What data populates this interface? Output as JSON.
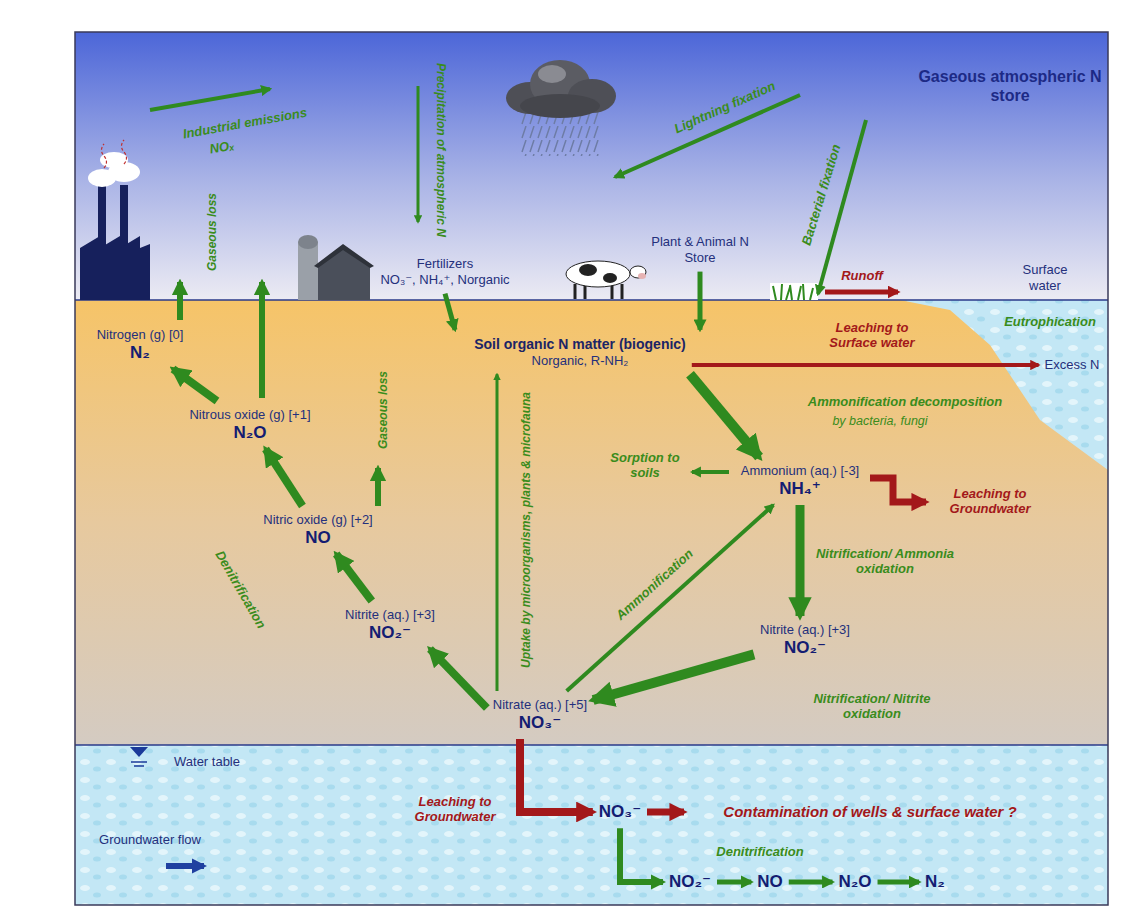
{
  "diagram": {
    "nodes": [
      {
        "text": [
          "Gaseous atmospheric N store"
        ]
      },
      {
        "text": [
          "Fertilizers",
          "NO₃⁻, NH₄⁺, Norganic"
        ]
      },
      {
        "text": [
          "Plant & Animal N Store"
        ]
      },
      {
        "text": [
          "Surface water"
        ]
      },
      {
        "text": [
          "Soil organic N matter (biogenic)",
          "Norganic, R-NH₂"
        ]
      },
      {
        "text": [
          "Nitrogen (g) [0]",
          "N₂"
        ]
      },
      {
        "text": [
          "Nitrous oxide (g) [+1]",
          "N₂O"
        ]
      },
      {
        "text": [
          "Nitric oxide (g) [+2]",
          "NO"
        ]
      },
      {
        "text": [
          "Nitrite (aq.) [+3]",
          "NO₂⁻"
        ]
      },
      {
        "text": [
          "Nitrate (aq.) [+5]",
          "NO₃⁻"
        ]
      },
      {
        "text": [
          "Ammonium (aq.) [-3]",
          "NH₄⁺"
        ]
      },
      {
        "text": [
          "Nitrite (aq.) [+3]",
          "NO₂⁻"
        ]
      },
      {
        "text": [
          "Excess N"
        ]
      },
      {
        "text": [
          "NO₃⁻"
        ]
      },
      {
        "text": [
          "NO₂⁻"
        ]
      },
      {
        "text": [
          "NO"
        ]
      },
      {
        "text": [
          "N₂O"
        ]
      },
      {
        "text": [
          "N₂"
        ]
      }
    ],
    "edges": [
      {
        "from": 1,
        "to": 4,
        "arrow": "to"
      },
      {
        "from": 2,
        "to": 4,
        "arrow": "to"
      },
      {
        "from": 4,
        "to": 10,
        "arrow": "to"
      },
      {
        "from": 10,
        "to": 11,
        "arrow": "to"
      },
      {
        "from": 11,
        "to": 9,
        "arrow": "to"
      },
      {
        "from": 9,
        "to": 10,
        "arrow": "to"
      },
      {
        "from": 9,
        "to": 4,
        "arrow": "to"
      },
      {
        "from": 9,
        "to": 8,
        "arrow": "to"
      },
      {
        "from": 8,
        "to": 7,
        "arrow": "to"
      },
      {
        "from": 7,
        "to": 6,
        "arrow": "to"
      },
      {
        "from": 6,
        "to": 5,
        "arrow": "to"
      },
      {
        "from": 4,
        "to": 12,
        "arrow": "to"
      },
      {
        "from": 9,
        "to": 13,
        "arrow": "to"
      },
      {
        "from": 13,
        "to": 14,
        "arrow": "to"
      },
      {
        "from": 14,
        "to": 15,
        "arrow": "to"
      },
      {
        "from": 15,
        "to": 16,
        "arrow": "to"
      },
      {
        "from": 16,
        "to": 17,
        "arrow": "to"
      }
    ],
    "labels": [
      "Industrial emissions",
      "NOₓ",
      "Precipitation of atmospheric N",
      "Lightning fixation",
      "Bacterial fixation",
      "Runoff",
      "Gaseous loss",
      "Gaseous loss",
      "Eutrophication",
      "Leaching to Surface water",
      "Ammonification decomposition",
      "by bacteria, fungi",
      "Sorption to soils",
      "Leaching to Groundwater",
      "Nitrification/ Ammonia oxidation",
      "Nitrification/ Nitrite oxidation",
      "Ammonification",
      "Uptake by microorganisms, plants & microfauna",
      "Denitrification",
      "Water table",
      "Groundwater flow",
      "Leaching to Groundwater",
      "Contamination of wells & surface water ?",
      "Denitrification"
    ]
  }
}
